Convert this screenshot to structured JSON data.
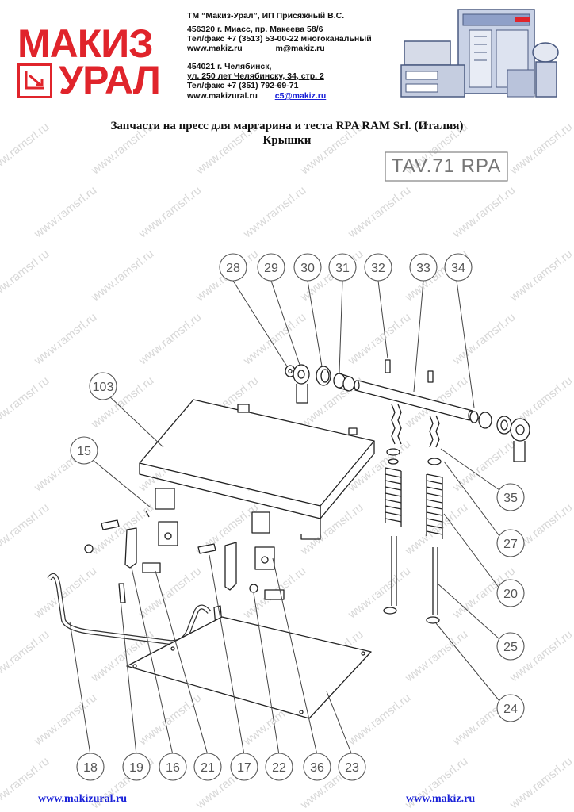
{
  "header": {
    "logo_line1": "МАКИЗ",
    "logo_line2": "УРАЛ",
    "company_line": "ТМ “Макиз-Урал”,     ИП Присяжный В.С.",
    "address1": "456320 г. Миасс, пр. Макеева 58/6",
    "phone1": "Тел/факс +7 (3513) 53-00-22 многоканальный",
    "web1": "www.makiz.ru",
    "email1": "m@makiz.ru",
    "city2": "454021 г. Челябинск,",
    "address2": "ул. 250 лет Челябинску, 34, стр. 2",
    "phone2": "Тел/факс +7 (351) 792-69-71",
    "web2": "www.makizural.ru",
    "email2": "c5@makiz.ru"
  },
  "title": {
    "line1": "Запчасти на пресс для маргарина и теста RPA RAM Srl. (Италия)",
    "line2": "Крышки"
  },
  "drawing": {
    "code": "TAV.71 RPA",
    "callouts": [
      "28",
      "29",
      "30",
      "31",
      "32",
      "33",
      "34",
      "103",
      "15",
      "35",
      "27",
      "20",
      "25",
      "24",
      "18",
      "19",
      "16",
      "21",
      "17",
      "22",
      "36",
      "23"
    ]
  },
  "watermark": "www.ramsrl.ru",
  "footer": {
    "left": "www.makizural.ru",
    "right": "www.makiz.ru"
  },
  "colors": {
    "brand_red": "#e0242b",
    "link_blue": "#1a22d8",
    "watermark_gray": "#d8d8d8"
  }
}
